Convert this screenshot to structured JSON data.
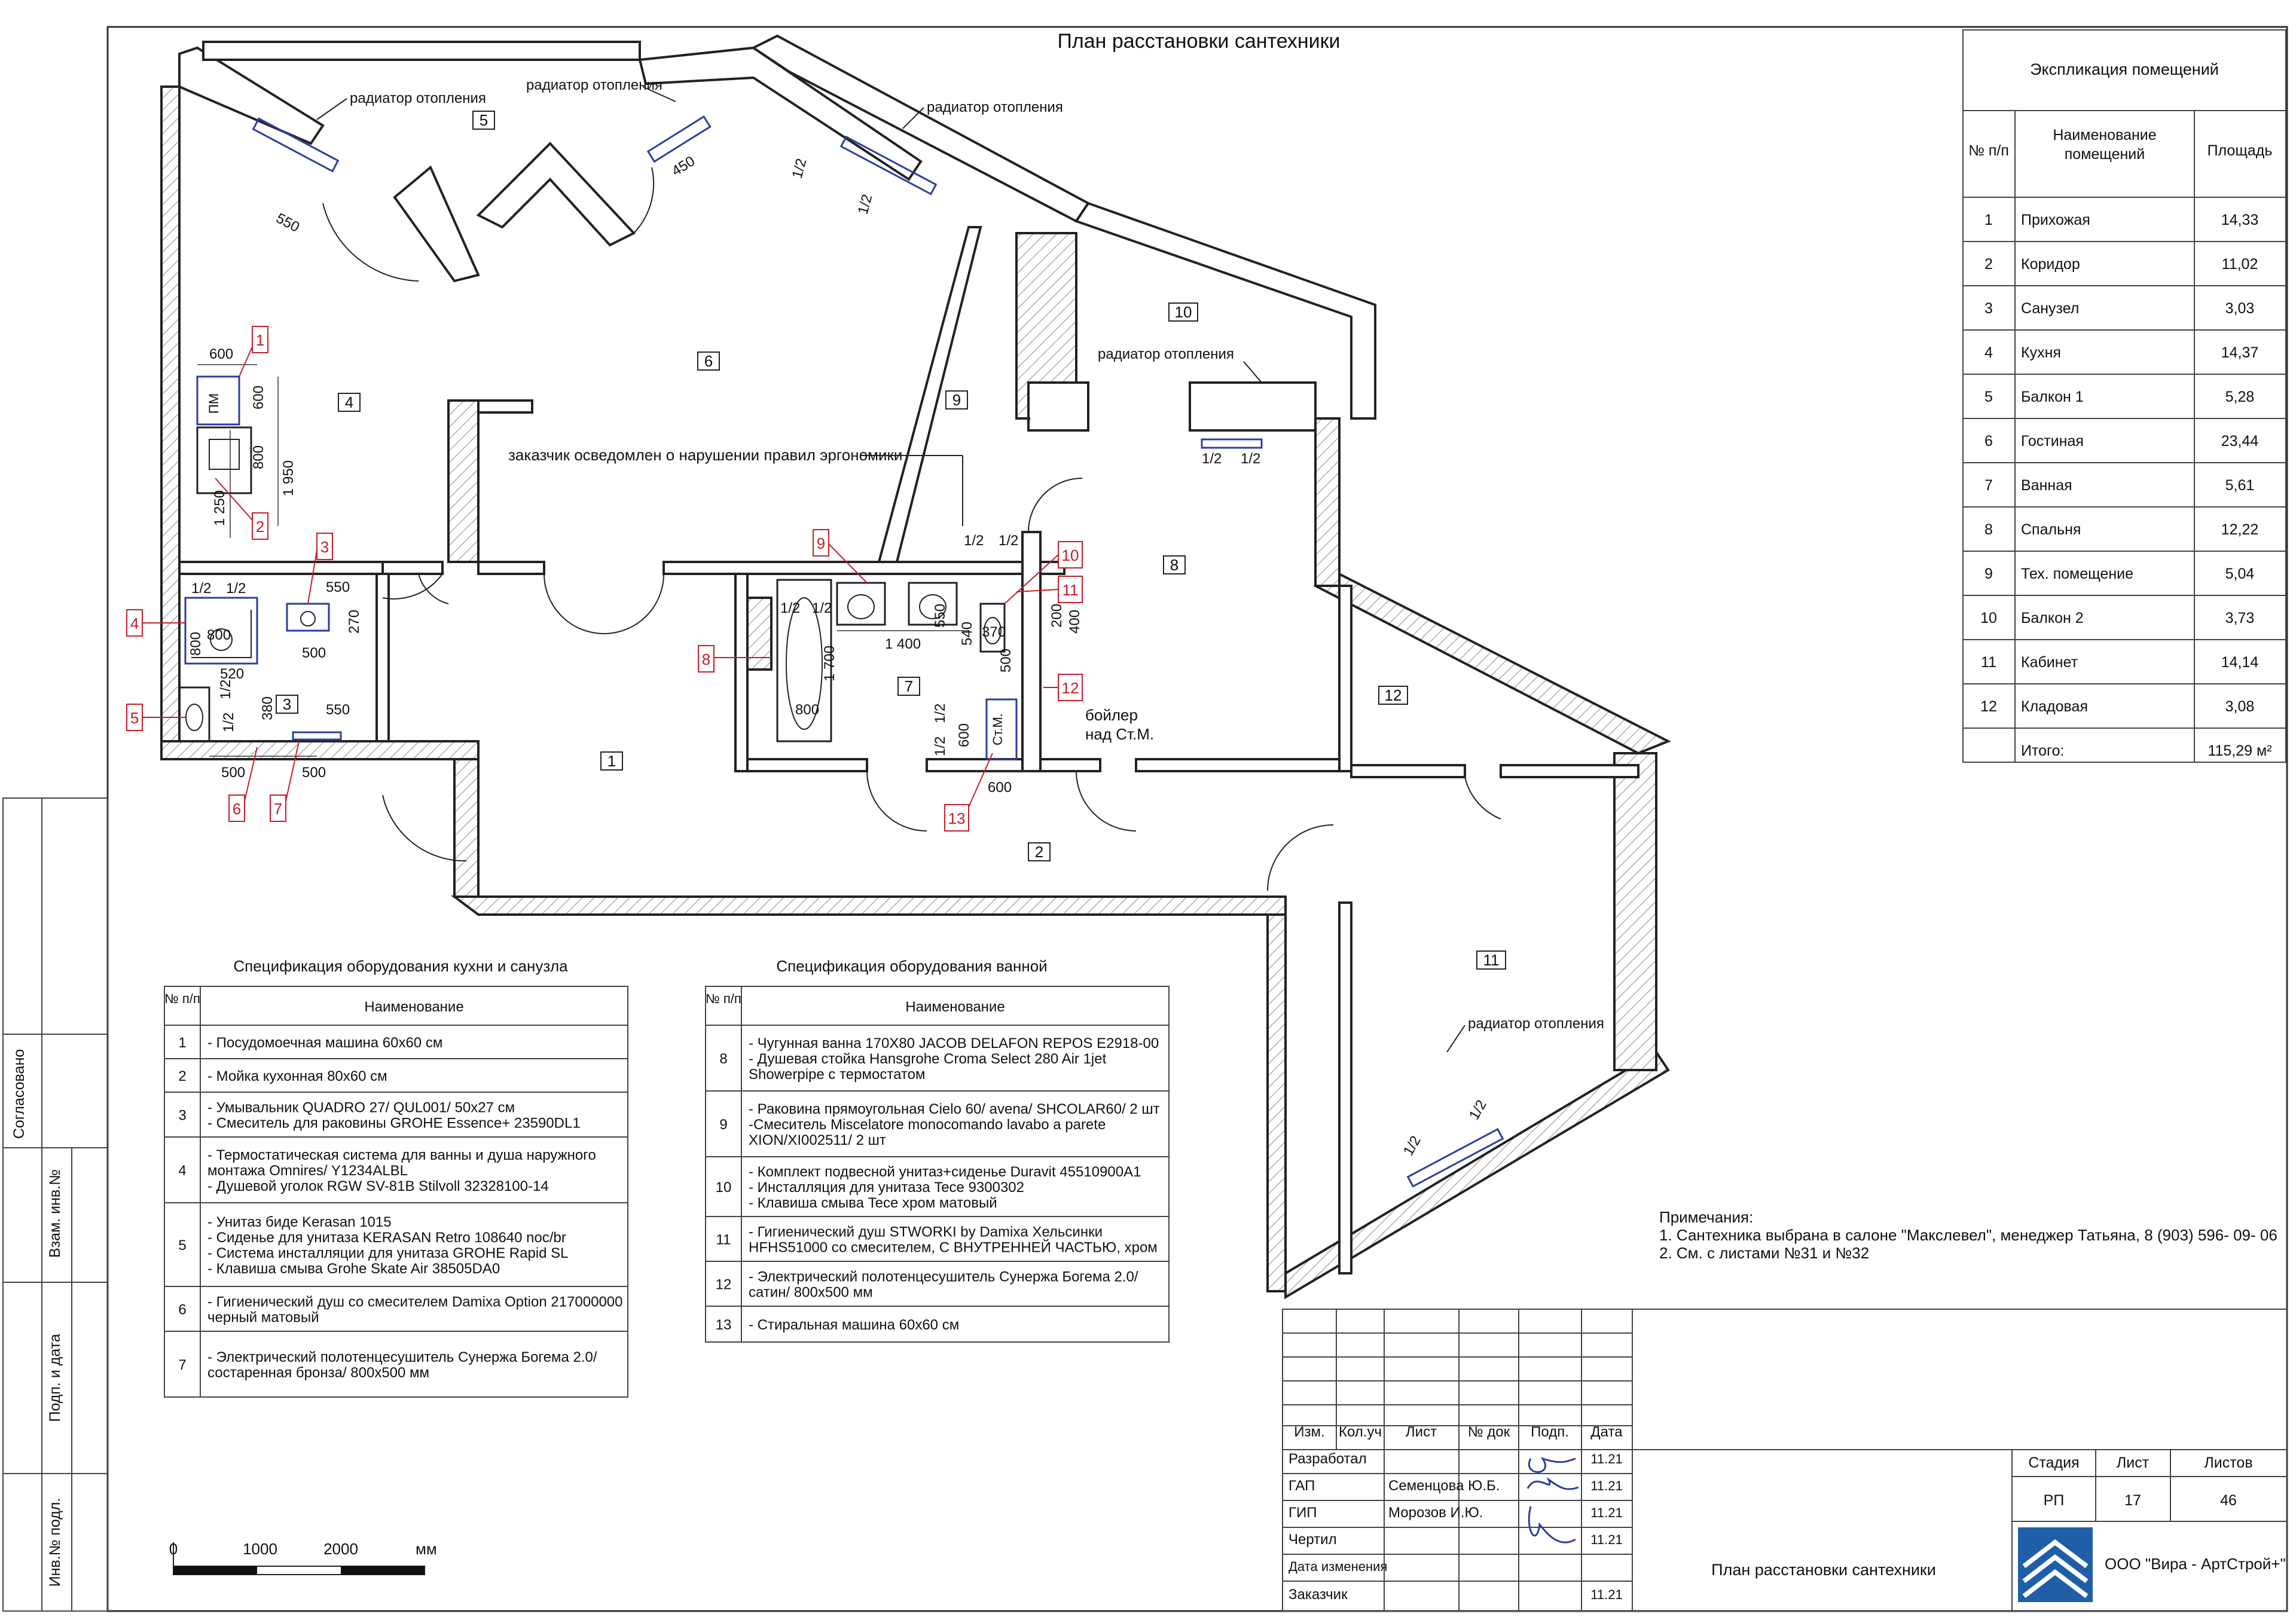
{
  "title": "План расстановки сантехники",
  "explication": {
    "title": "Экспликация помещений",
    "headers": [
      "№ п/п",
      "Наименование помещений",
      "Площадь"
    ],
    "rows": [
      [
        "1",
        "Прихожая",
        "14,33"
      ],
      [
        "2",
        "Коридор",
        "11,02"
      ],
      [
        "3",
        "Санузел",
        "3,03"
      ],
      [
        "4",
        "Кухня",
        "14,37"
      ],
      [
        "5",
        "Балкон 1",
        "5,28"
      ],
      [
        "6",
        "Гостиная",
        "23,44"
      ],
      [
        "7",
        "Ванная",
        "5,61"
      ],
      [
        "8",
        "Спальня",
        "12,22"
      ],
      [
        "9",
        "Тех. помещение",
        "5,04"
      ],
      [
        "10",
        "Балкон 2",
        "3,73"
      ],
      [
        "11",
        "Кабинет",
        "14,14"
      ],
      [
        "12",
        "Кладовая",
        "3,08"
      ]
    ],
    "total_label": "Итого:",
    "total_value": "115,29 м²"
  },
  "plan": {
    "rooms": [
      "1",
      "2",
      "3",
      "4",
      "5",
      "6",
      "7",
      "8",
      "9",
      "10",
      "11",
      "12"
    ],
    "radiator_label": "радиатор отопления",
    "ergonomics_note": "заказчик осведомлен о нарушении правил эргономики",
    "boiler_line1": "бойлер",
    "boiler_line2": "над Ст.М.",
    "pm_label": "ПМ",
    "stm_label": "Ст.М.",
    "half": "1/2",
    "dims": {
      "d550a": "550",
      "d450": "450",
      "d600a": "600",
      "d600b": "600",
      "d800a": "800",
      "d1950": "1 950",
      "d1250": "1 250",
      "d550b": "550",
      "d270": "270",
      "d500a": "500",
      "d800b": "800",
      "d800c": "800",
      "d520": "520",
      "d380": "380",
      "d550c": "550",
      "d500b": "500",
      "d500c": "500",
      "d1700": "1 700",
      "d800d": "800",
      "d1400": "1 400",
      "d550d": "550",
      "d540": "540",
      "d370": "370",
      "d500d": "500",
      "d200": "200",
      "d400": "400",
      "d600c": "600",
      "d600d": "600"
    },
    "markers": [
      "1",
      "2",
      "3",
      "4",
      "5",
      "6",
      "7",
      "8",
      "9",
      "10",
      "11",
      "12",
      "13"
    ]
  },
  "spec_kitchen": {
    "title": "Спецификация оборудования кухни и санузла",
    "headers": [
      "№ п/п",
      "Наименование"
    ],
    "rows": [
      [
        "1",
        "- Посудомоечная машина 60х60 см"
      ],
      [
        "2",
        "- Мойка кухонная 80х60 см"
      ],
      [
        "3",
        "-  Умывальник QUADRO 27/ QUL001/ 50x27 см|- Смеситель для раковины GROHE Essence+ 23590DL1"
      ],
      [
        "4",
        "-  Термостатическая система для ванны и душа наружного|монтажа Omnires/ Y1234ALBL|- Душевой уголок RGW SV-81B Stilvoll 32328100-14"
      ],
      [
        "5",
        "-  Унитаз биде Kerasan 1015|- Сиденье для унитаза KERASAN Retro 108640 noc/br|- Система инсталляции для унитаза GROHE Rapid SL|- Клавиша смыва Grohe Skate Air 38505DA0"
      ],
      [
        "6",
        "-  Гигиенический душ со смесителем Damixa Option 217000000|черный матовый"
      ],
      [
        "7",
        "-  Электрический полотенцесушитель Сунержа Богема 2.0/|состаренная бронза/ 800х500 мм"
      ]
    ]
  },
  "spec_bath": {
    "title": "Спецификация оборудования ванной",
    "headers": [
      "№ п/п",
      "Наименование"
    ],
    "rows": [
      [
        "8",
        "- Чугунная ванна 170Х80 JACOB DELAFON REPOS E2918-00|- Душевая стойка Hansgrohe Croma Select 280 Air 1jet|Showerpipe с термостатом"
      ],
      [
        "9",
        "- Раковина прямоугольная Cielo 60/ avena/ SHCOLAR60/ 2 шт|-Смеситель Miscelatore monocomando lavabo a parete|XION/XI002511/ 2 шт"
      ],
      [
        "10",
        "- Комплект подвесной унитаз+сиденье Duravit 45510900A1|- Инсталляция для унитаза Tece 9300302|- Клавиша смыва Tece хром матовый"
      ],
      [
        "11",
        "-  Гигиенический душ STWORKI by Damixa Хельсинки|HFHS51000 со смесителем, С ВНУТРЕННЕЙ ЧАСТЬЮ, хром"
      ],
      [
        "12",
        "-  Электрический полотенцесушитель Сунержа Богема 2.0/|сатин/ 800х500 мм"
      ],
      [
        "13",
        "-  Стиральная машина 60х60 см"
      ]
    ]
  },
  "notes": {
    "title": "Примечания:",
    "lines": [
      "1. Сантехника выбрана в салоне \"Макслевел\", менеджер Татьяна, 8 (903) 596- 09- 06",
      "2. См. с листами №31 и №32"
    ]
  },
  "scale": {
    "labels": [
      "0",
      "1000",
      "2000"
    ],
    "unit": "мм"
  },
  "side_stamp": [
    "Согласовано",
    "Взам. инв.№",
    "Подп. и дата",
    "Инв.№ подл."
  ],
  "title_block": {
    "headers": [
      "Изм.",
      "Кол.уч",
      "Лист",
      "№ док",
      "Подп.",
      "Дата"
    ],
    "rows": [
      {
        "role": "Разработал",
        "name": "",
        "date": "11.21"
      },
      {
        "role": "ГАП",
        "name": "Семенцова Ю.Б.",
        "date": "11.21"
      },
      {
        "role": "ГИП",
        "name": "Морозов И.Ю.",
        "date": "11.21"
      },
      {
        "role": "Чертил",
        "name": "",
        "date": "11.21"
      },
      {
        "role": "Дата изменения",
        "name": "",
        "date": ""
      },
      {
        "role": "Заказчик",
        "name": "",
        "date": "11.21"
      }
    ],
    "stage_headers": [
      "Стадия",
      "Лист",
      "Листов"
    ],
    "stage_values": [
      "РП",
      "17",
      "46"
    ],
    "sheet_title": "План расстановки сантехники",
    "company": "ООО \"Вира - АртСтрой+\""
  },
  "colors": {
    "accent_red": "#c2202a",
    "fixture_blue": "#2c3e9e",
    "logo_blue": "#1f5fa8"
  }
}
